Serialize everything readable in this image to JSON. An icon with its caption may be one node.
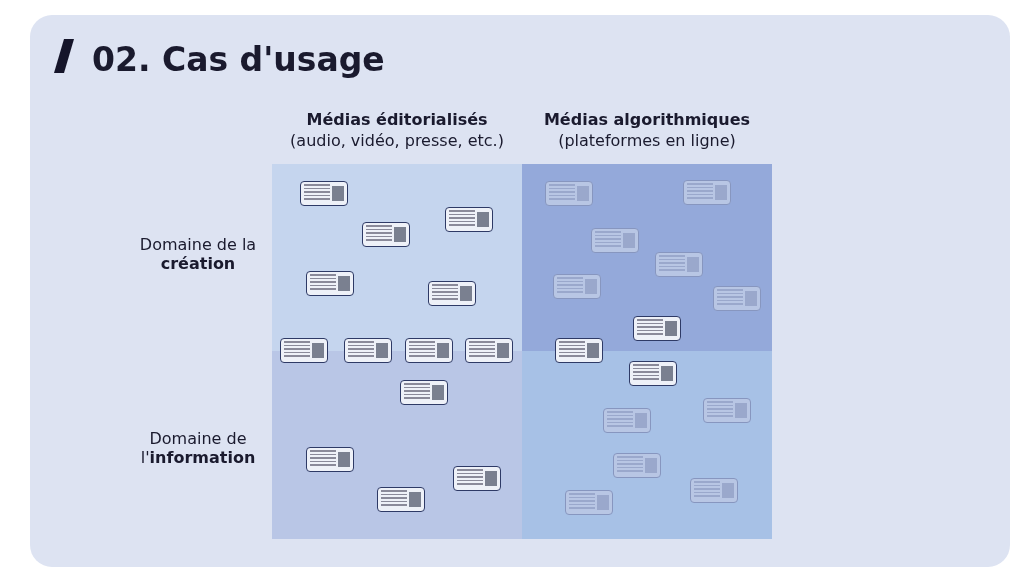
{
  "diagram": {
    "title": "02. Cas d'usage",
    "labels": [
      "Médias éditorialisés",
      "(audio, vidéo, presse, etc.)",
      "Médias algorithmiques",
      "(plateformes en ligne)",
      "Domaine de la **création**",
      "Domaine de l'**information**"
    ]
  }
}
